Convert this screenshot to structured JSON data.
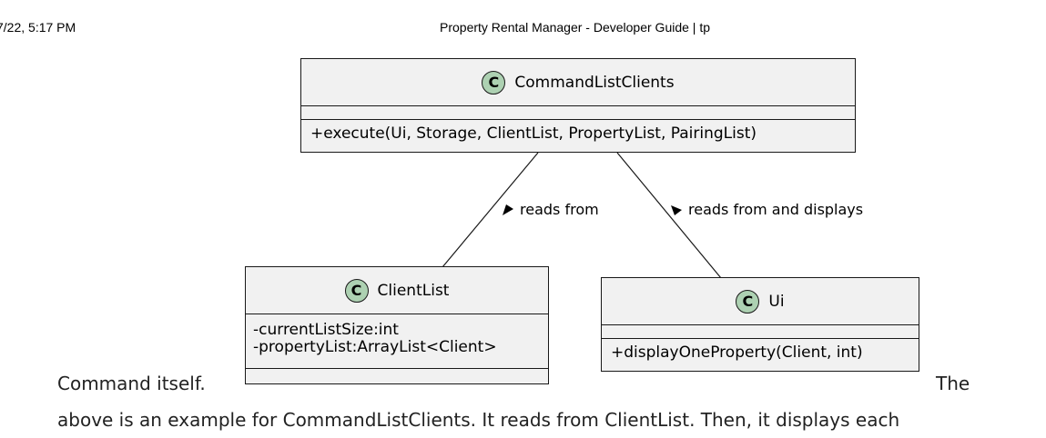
{
  "print_header": {
    "date": "7/22, 5:17 PM",
    "title": "Property Rental Manager - Developer Guide | tp"
  },
  "diagram": {
    "classes": {
      "command_list_clients": {
        "badge": "C",
        "name": "CommandListClients",
        "attributes": [],
        "methods": [
          "+execute(Ui, Storage, ClientList, PropertyList, PairingList)"
        ]
      },
      "client_list": {
        "badge": "C",
        "name": "ClientList",
        "attributes": [
          "-currentListSize:int",
          "-propertyList:ArrayList<Client>"
        ],
        "methods": []
      },
      "ui": {
        "badge": "C",
        "name": "Ui",
        "attributes": [],
        "methods": [
          "+displayOneProperty(Client, int)"
        ]
      }
    },
    "associations": [
      {
        "from": "CommandListClients",
        "to": "ClientList",
        "label": "reads from"
      },
      {
        "from": "CommandListClients",
        "to": "Ui",
        "label": "reads from and displays"
      }
    ],
    "colors": {
      "class_fill": "#f1f1f1",
      "badge_fill": "#add1b2",
      "stroke": "#181818"
    }
  },
  "prose": {
    "line1_left": "Command itself.",
    "line1_right": "The",
    "line2": "above is an example for CommandListClients. It reads from ClientList. Then, it displays each"
  }
}
